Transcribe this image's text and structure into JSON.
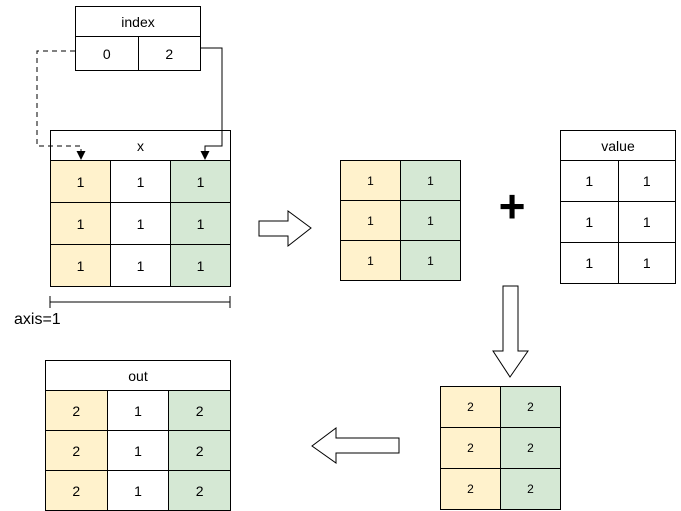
{
  "index_table": {
    "title": "index",
    "cells": [
      "0",
      "2"
    ]
  },
  "x_table": {
    "title": "x",
    "rows": [
      [
        "1",
        "1",
        "1"
      ],
      [
        "1",
        "1",
        "1"
      ],
      [
        "1",
        "1",
        "1"
      ]
    ]
  },
  "axis_label": "axis=1",
  "gathered_table": {
    "rows": [
      [
        "1",
        "1"
      ],
      [
        "1",
        "1"
      ],
      [
        "1",
        "1"
      ]
    ]
  },
  "operator_plus": "+",
  "value_table": {
    "title": "value",
    "rows": [
      [
        "1",
        "1"
      ],
      [
        "1",
        "1"
      ],
      [
        "1",
        "1"
      ]
    ]
  },
  "sum_table": {
    "rows": [
      [
        "2",
        "2"
      ],
      [
        "2",
        "2"
      ],
      [
        "2",
        "2"
      ]
    ]
  },
  "out_table": {
    "title": "out",
    "rows": [
      [
        "2",
        "1",
        "2"
      ],
      [
        "2",
        "1",
        "2"
      ],
      [
        "2",
        "1",
        "2"
      ]
    ]
  },
  "colors": {
    "highlight_yellow": "#fff2cc",
    "highlight_green": "#d5e8d4",
    "stroke": "#000000",
    "background": "#ffffff"
  }
}
